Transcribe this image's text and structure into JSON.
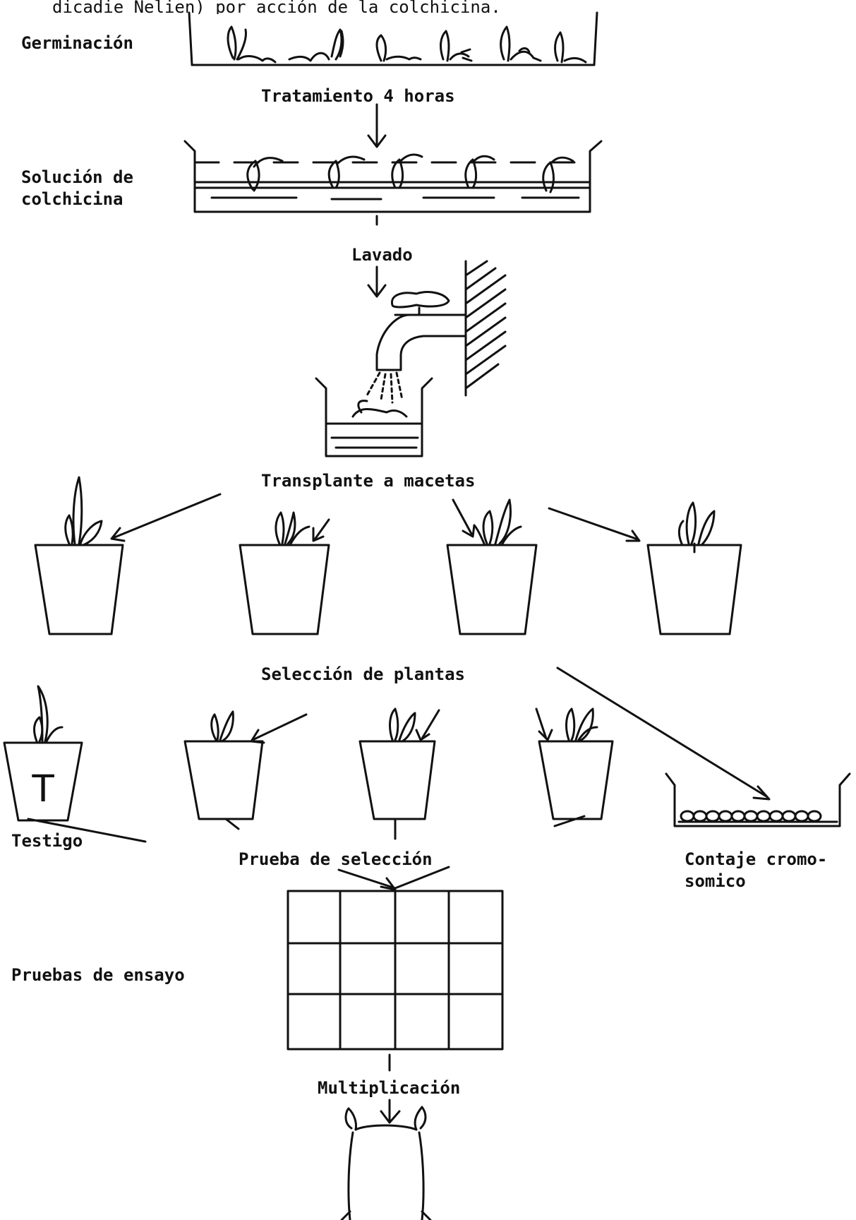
{
  "header": {
    "caption": "dicadie Nelien) por acción de la colchicina."
  },
  "steps": {
    "germinacion": "Germinación",
    "tratamiento": "Tratamiento 4 horas",
    "solucion": "Solución de\ncolchicina",
    "lavado": "Lavado",
    "transplante": "Transplante a macetas",
    "seleccion": "Selección de plantas",
    "testigo": "Testigo",
    "testigo_mark": "T",
    "prueba_seleccion": "Prueba de selección",
    "contaje": "Contaje cromo-\nsomico",
    "pruebas_ensayo": "Pruebas de ensayo",
    "multiplicacion": "Multiplicación"
  },
  "colors": {
    "ink": "#111111",
    "paper": "#ffffff"
  }
}
